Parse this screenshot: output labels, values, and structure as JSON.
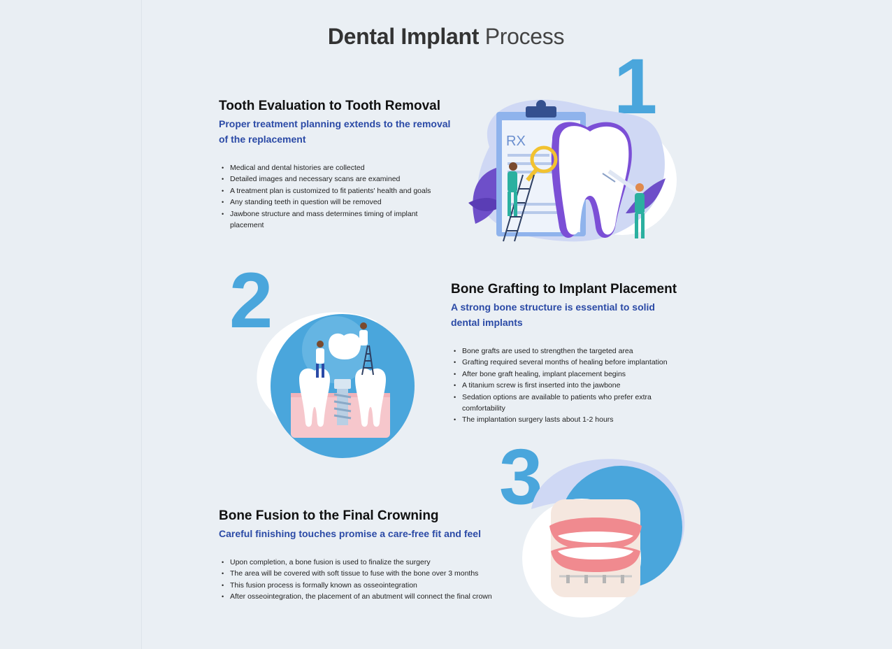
{
  "title": {
    "bold": "Dental Implant",
    "light": "Process"
  },
  "steps": [
    {
      "number": "1",
      "heading": "Tooth Evaluation to Tooth Removal",
      "subheading": "Proper treatment planning extends to the removal of the replacement",
      "bullets": [
        "Medical and dental histories are collected",
        "Detailed images and necessary scans are examined",
        "A treatment plan is customized to fit patients' health and goals",
        "Any standing teeth in question will be removed",
        "Jawbone structure and mass determines timing of implant placement"
      ]
    },
    {
      "number": "2",
      "heading": "Bone Grafting to Implant Placement",
      "subheading": "A strong bone structure is essential to solid dental implants",
      "bullets": [
        "Bone grafts are used to strengthen the targeted area",
        "Grafting required several months of healing before implantation",
        "After bone graft healing, implant placement begins",
        "A titanium screw is first inserted into the jawbone",
        "Sedation options are available to patients who prefer extra comfortability",
        "The implantation surgery lasts about 1-2 hours"
      ]
    },
    {
      "number": "3",
      "heading": "Bone Fusion to the Final Crowning",
      "subheading": "Careful finishing touches promise a care-free fit and feel",
      "bullets": [
        "Upon completion, a bone fusion is used to finalize the surgery",
        "The area will be covered with soft tissue to fuse with the bone over 3 months",
        "This fusion process is formally known as osseointegration",
        "After osseointegration, the placement of an abutment will connect the final crown"
      ]
    }
  ],
  "illustrations": {
    "rx_label": "RX",
    "icons": [
      "clipboard-icon",
      "tooth-icon",
      "magnifier-icon",
      "syringe-icon",
      "implant-icon",
      "denture-icon"
    ]
  },
  "colors": {
    "accent_blue": "#4aa6dc",
    "subheading": "#2b4aa6",
    "purple": "#7b4fd6",
    "background": "#eaeff4"
  }
}
